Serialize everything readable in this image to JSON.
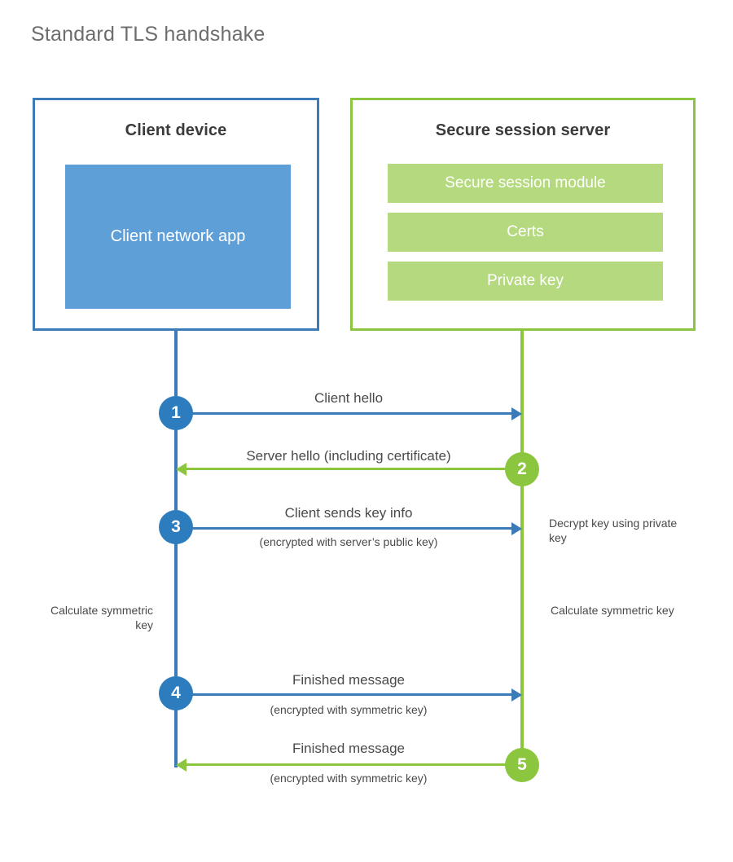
{
  "title": "Standard TLS handshake",
  "colors": {
    "client_border": "#3b7cb8",
    "client_fill": "#5f9fd8",
    "server_border": "#8cc63f",
    "server_fill": "#b5d97f",
    "badge_blue": "#2d7dbe",
    "badge_green": "#8cc63f",
    "text": "#4a4a4a",
    "title_text": "#6d6d6d"
  },
  "client": {
    "title": "Client device",
    "app_label": "Client network app"
  },
  "server": {
    "title": "Secure session server",
    "bars": [
      {
        "label": "Secure session module"
      },
      {
        "label": "Certs"
      },
      {
        "label": "Private key"
      }
    ]
  },
  "steps": [
    {
      "number": "1",
      "direction": "client-to-server",
      "color": "blue",
      "label": "Client hello",
      "sublabel": ""
    },
    {
      "number": "2",
      "direction": "server-to-client",
      "color": "green",
      "label": "Server hello (including certificate)",
      "sublabel": ""
    },
    {
      "number": "3",
      "direction": "client-to-server",
      "color": "blue",
      "label": "Client sends key info",
      "sublabel": "(encrypted with server’s public key)"
    },
    {
      "number": "4",
      "direction": "client-to-server",
      "color": "blue",
      "label": "Finished message",
      "sublabel": "(encrypted with symmetric key)"
    },
    {
      "number": "5",
      "direction": "server-to-client",
      "color": "green",
      "label": "Finished message",
      "sublabel": "(encrypted with symmetric key)"
    }
  ],
  "notes": {
    "decrypt_key": "Decrypt key using private key",
    "client_calculate": "Calculate symmetric key",
    "server_calculate": "Calculate symmetric key"
  }
}
